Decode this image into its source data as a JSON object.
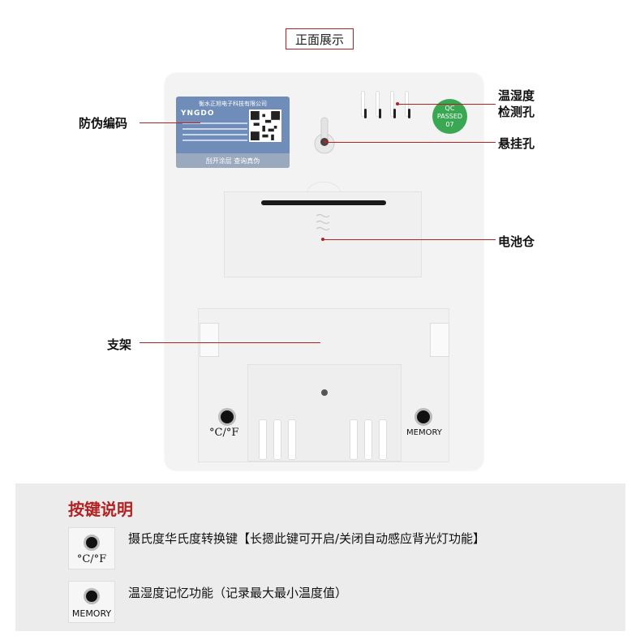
{
  "header": {
    "title": "正面展示"
  },
  "sticker": {
    "company": "衡水正旭电子科技有限公司",
    "brand": "YNGDO",
    "bottom_text": "刮开涂层 查询真伪"
  },
  "seal": {
    "line1": "QC",
    "line2": "PASSED",
    "line3": "07"
  },
  "device_labels": {
    "temp_unit": "°C/°F",
    "memory": "MEMORY"
  },
  "callouts": {
    "anti_fake": "防伪编码",
    "sensor_hole_1": "温湿度",
    "sensor_hole_2": "检测孔",
    "hang_hole": "悬挂孔",
    "battery": "电池仓",
    "stand": "支架"
  },
  "instructions": {
    "title": "按键说明",
    "items": [
      {
        "key_label": "°C/°F",
        "key_icon": "button-hole-icon",
        "description": "摄氏度华氏度转换键【长摁此键可开启/关闭自动感应背光灯功能】"
      },
      {
        "key_label": "MEMORY",
        "key_icon": "button-hole-icon",
        "description": "温湿度记忆功能（记录最大最小温度值）"
      }
    ]
  },
  "colors": {
    "accent": "#b22222",
    "panel": "#ececec",
    "seal": "#3aa852",
    "sticker": "#6f8db8"
  }
}
